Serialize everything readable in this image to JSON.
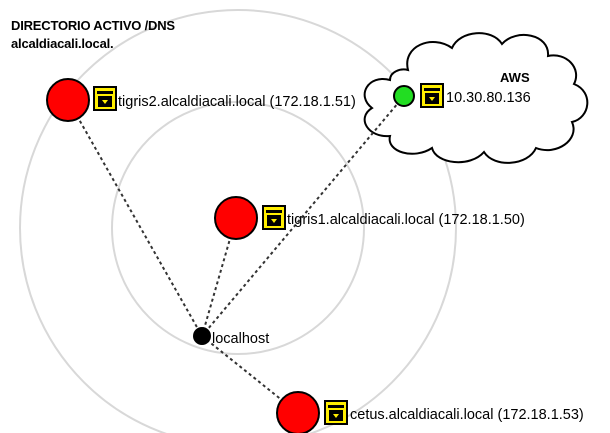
{
  "header": {
    "title": "DIRECTORIO ACTIVO /DNS",
    "domain": "alcaldiacali.local."
  },
  "cloud": {
    "label": "AWS",
    "node_label": "10.30.80.136",
    "node_color": "#22dd22"
  },
  "nodes": {
    "tigris2": {
      "label": "tigris2.alcaldiacali.local (172.18.1.51)"
    },
    "tigris1": {
      "label": "tigris1.alcaldiacali.local (172.18.1.50)"
    },
    "cetus": {
      "label": "cetus.alcaldiacali.local (172.18.1.53)"
    },
    "localhost": {
      "label": "localhost"
    }
  },
  "icons": {
    "lock": "lock-icon"
  },
  "colors": {
    "server_fill": "#ff0000",
    "lock_fill": "#ffee00",
    "ring": "#d8d8d8",
    "link": "#333333"
  }
}
